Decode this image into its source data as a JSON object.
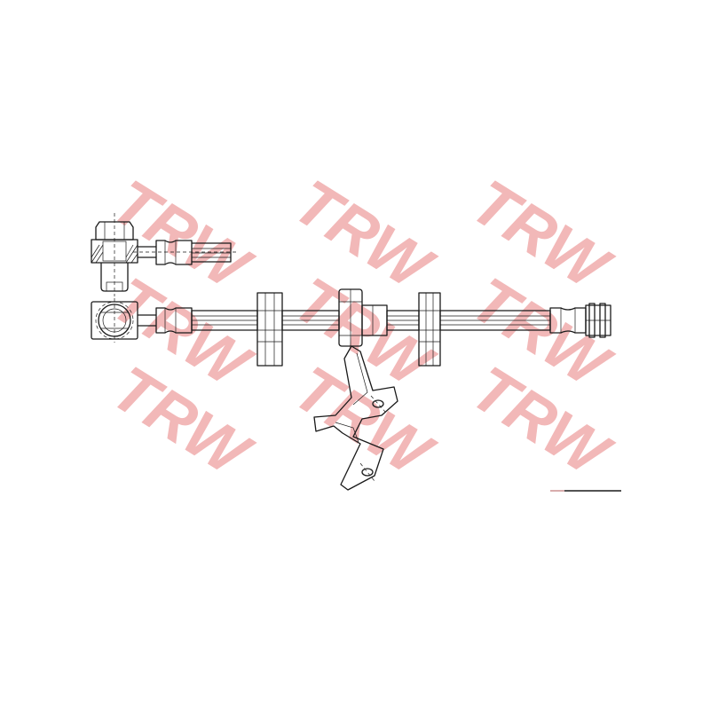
{
  "watermark": {
    "text": "TRW",
    "color": "#f2b8b8",
    "layout": "3x3 tiled, rotated, behind drawing"
  },
  "drawing": {
    "type": "technical line drawing",
    "subject": "brake hose assembly",
    "line_color": "#1a1a1a",
    "background": "#ffffff",
    "views": [
      "top-end-fitting-side-view",
      "main-hose-assembly",
      "mounting-bracket"
    ]
  }
}
